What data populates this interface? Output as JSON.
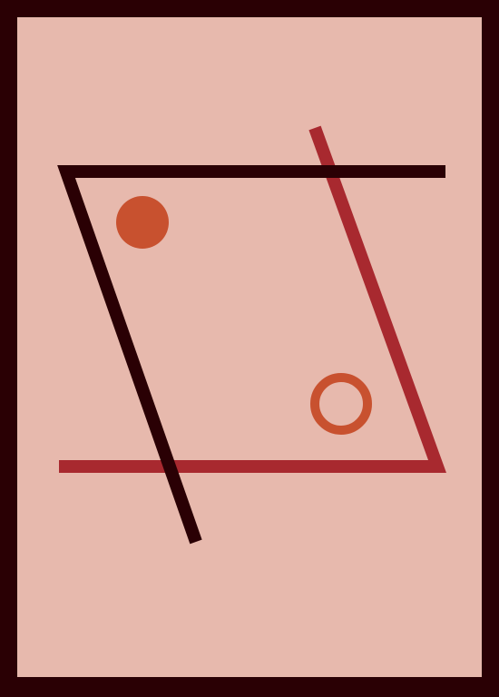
{
  "colors": {
    "frame": "#2a0004",
    "background": "#e7b9ad",
    "dark_line": "#2a0004",
    "red_line": "#a8292f",
    "orange_shape": "#c8512f"
  },
  "shapes": {
    "filled_circle": {
      "fill": "orange_shape"
    },
    "ring_circle": {
      "stroke": "orange_shape"
    },
    "dark_angle_line": {
      "stroke": "dark_line"
    },
    "red_angle_line": {
      "stroke": "red_line"
    }
  }
}
